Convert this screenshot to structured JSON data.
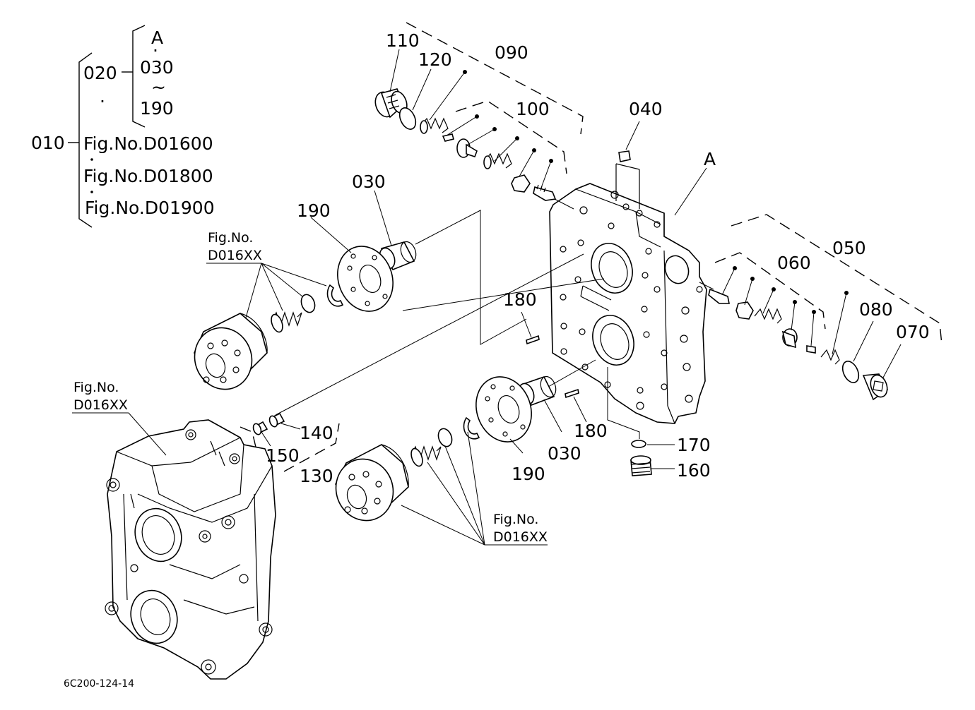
{
  "legend": {
    "top_group": {
      "id": "020",
      "range_start": "030",
      "range_end": "190",
      "ref": "A",
      "tilde": "~",
      "dot": "·"
    },
    "root": "010",
    "fig_refs": [
      "Fig.No.D01600",
      "Fig.No.D01800",
      "Fig.No.D01900"
    ]
  },
  "callouts": {
    "p110": "110",
    "p120": "120",
    "p090": "090",
    "p100": "100",
    "p040": "040",
    "pA": "A",
    "p030_top": "030",
    "p190_top": "190",
    "p180_top": "180",
    "p050": "050",
    "p060": "060",
    "p080": "080",
    "p070": "070",
    "p140": "140",
    "p150": "150",
    "p130": "130",
    "p180_bot": "180",
    "p030_bot": "030",
    "p190_bot": "190",
    "p170": "170",
    "p160": "160"
  },
  "figrefs": {
    "upper_left": {
      "line1": "Fig.No.",
      "line2": "D016XX"
    },
    "left_housing": {
      "line1": "Fig.No.",
      "line2": "D016XX"
    },
    "lower_right": {
      "line1": "Fig.No.",
      "line2": "D016XX"
    }
  },
  "diagram_code": "6C200-124-14"
}
